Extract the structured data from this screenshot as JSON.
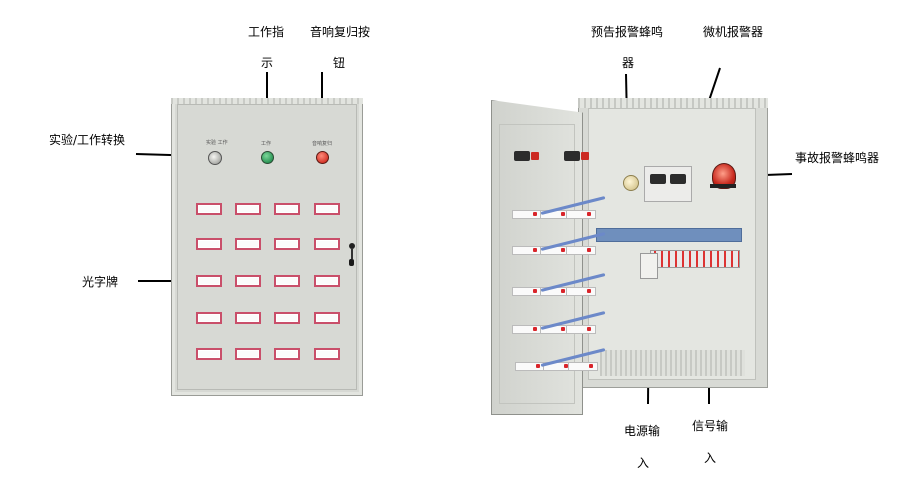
{
  "labels": {
    "work_indicator_line1": "工作指",
    "work_indicator_line2": "示",
    "sound_reset_line1": "音响复归按",
    "sound_reset_line2": "钮",
    "test_work_switch": "实验/工作转换",
    "light_panel": "光字牌",
    "pre_alarm_buzzer_line1": "预告报警蜂鸣",
    "pre_alarm_buzzer_line2": "器",
    "microcomputer_alarm": "微机报警器",
    "fault_alarm_buzzer": "事故报警蜂鸣器",
    "power_input_line1": "电源输",
    "power_input_line2": "入",
    "signal_input_line1": "信号输",
    "signal_input_line2": "入"
  },
  "panel_text": {
    "switch_caption": "实验  工作",
    "work_lamp_caption": "工作",
    "reset_button_caption": "音响复归"
  },
  "colors": {
    "cabinet": "#d7d9d4",
    "lamp_green": "#0b7a3a",
    "button_red": "#c2150a",
    "plate_border": "#c94f6a",
    "wire": "#6c89c9"
  }
}
